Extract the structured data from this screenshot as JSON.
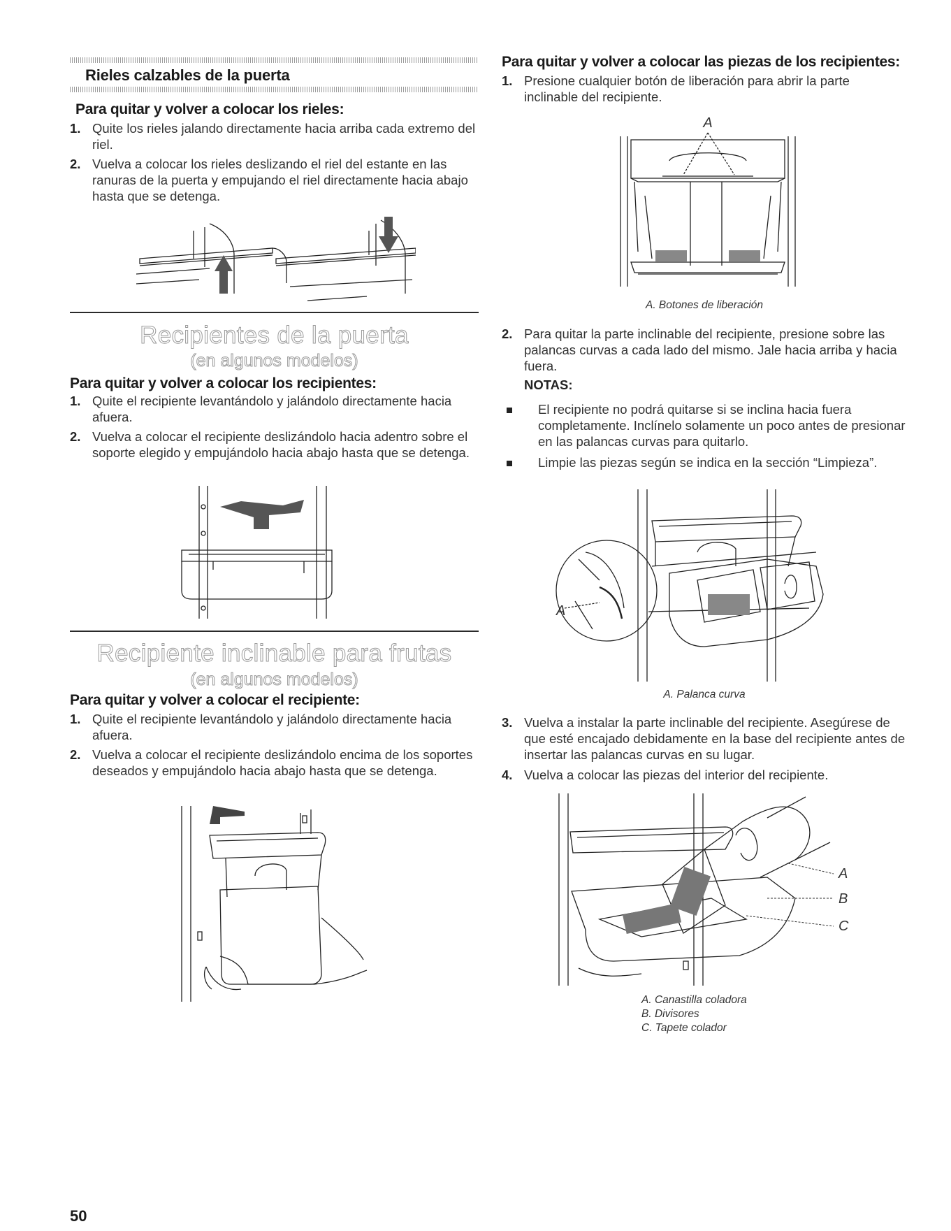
{
  "page_number": "50",
  "left": {
    "rails": {
      "title": "Rieles calzables de la puerta",
      "subtitle": "Para quitar y volver a colocar los rieles:",
      "steps": [
        {
          "num": "1.",
          "text": "Quite los rieles jalando directamente hacia arriba cada extremo del riel."
        },
        {
          "num": "2.",
          "text": "Vuelva a colocar los rieles deslizando el riel del estante en las ranuras de la puerta y empujando el riel directamente hacia abajo hasta que se detenga."
        }
      ]
    },
    "door_bins": {
      "title": "Recipientes de la puerta",
      "note": "(en algunos modelos)",
      "subtitle": "Para quitar y volver a colocar los recipientes:",
      "steps": [
        {
          "num": "1.",
          "text": "Quite el recipiente levantándolo y jalándolo directamente hacia afuera."
        },
        {
          "num": "2.",
          "text": "Vuelva a colocar el recipiente deslizándolo hacia adentro sobre el soporte elegido y empujándolo hacia abajo hasta que se detenga."
        }
      ]
    },
    "fruit_bin": {
      "title": "Recipiente inclinable para frutas",
      "note": "(en algunos modelos)",
      "subtitle": "Para quitar y volver a colocar el recipiente:",
      "steps": [
        {
          "num": "1.",
          "text": "Quite el recipiente levantándolo y jalándolo directamente hacia afuera."
        },
        {
          "num": "2.",
          "text": "Vuelva a colocar el recipiente deslizándolo encima de los soportes deseados y empujándolo hacia abajo hasta que se detenga."
        }
      ]
    }
  },
  "right": {
    "subtitle": "Para quitar y volver a colocar las piezas de los recipientes:",
    "step1": {
      "num": "1.",
      "text": "Presione cualquier botón de liberación para abrir la parte inclinable del recipiente."
    },
    "fig1": {
      "label": "A",
      "caption": "A. Botones de liberación"
    },
    "step2": {
      "num": "2.",
      "text": "Para quitar la parte inclinable del recipiente, presione sobre las palancas curvas a cada lado del mismo. Jale hacia arriba y hacia fuera."
    },
    "notes_title": "NOTAS:",
    "notes": [
      "El recipiente no podrá quitarse si se inclina hacia fuera completamente. Inclínelo solamente un poco antes de presionar en las palancas curvas para quitarlo.",
      "Limpie las piezas según se indica en la sección “Limpieza”."
    ],
    "fig2": {
      "label": "A",
      "caption": "A. Palanca curva"
    },
    "step3": {
      "num": "3.",
      "text": "Vuelva a instalar la parte inclinable del recipiente. Asegúrese de que esté encajado debidamente en la base del recipiente antes de insertar las palancas curvas en su lugar."
    },
    "step4": {
      "num": "4.",
      "text": "Vuelva a colocar las piezas del interior del recipiente."
    },
    "fig3": {
      "labels": [
        "A",
        "B",
        "C"
      ],
      "captions": [
        "A. Canastilla coladora",
        "B. Divisores",
        "C. Tapete colador"
      ]
    }
  }
}
